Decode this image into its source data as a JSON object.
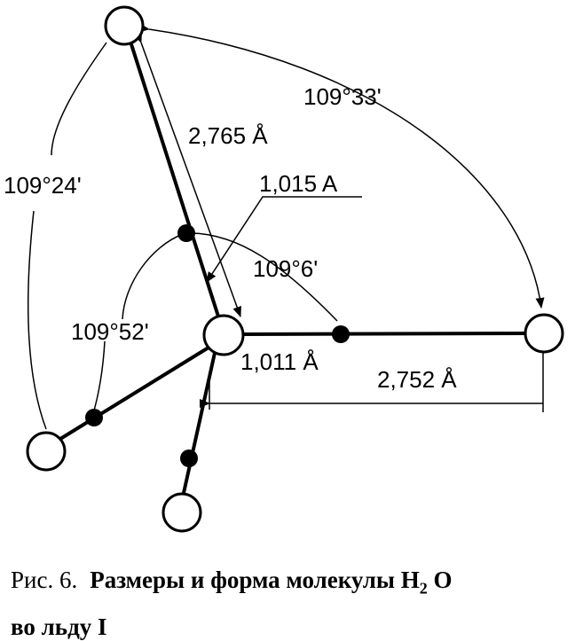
{
  "labels": {
    "angle_top_right": "109°33'",
    "angle_left": "109°24'",
    "dist_top": "2,765 Å",
    "dist_oh_upper": "1,015 A",
    "angle_center": "109°6'",
    "angle_lower_left": "109°52'",
    "dist_oh_right": "1,011 Å",
    "dist_right": "2,752 Å"
  },
  "caption": {
    "figure": "Рис. 6.",
    "title_part1": "Размеры и форма молекулы H",
    "subscript": "2",
    "title_part2": " O",
    "line2": "во льду I"
  },
  "colors": {
    "ink": "#000000",
    "background": "#ffffff"
  }
}
